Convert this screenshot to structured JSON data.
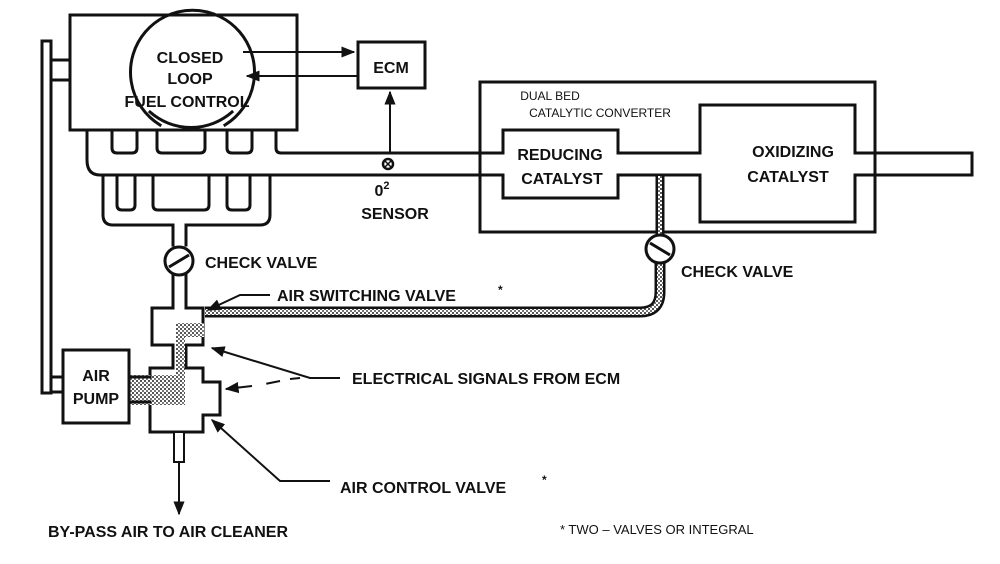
{
  "diagram": {
    "title": "Air Injection with Dual Bed Catalytic Converter",
    "components": {
      "fuel_control": {
        "label_lines": [
          "CLOSED",
          "LOOP",
          "FUEL CONTROL"
        ]
      },
      "ecm": {
        "label": "ECM"
      },
      "o2_sensor": {
        "label_base": "0",
        "label_sup": "2",
        "label_line2": "SENSOR"
      },
      "converter": {
        "label_lines": [
          "DUAL BED",
          "CATALYTIC CONVERTER"
        ]
      },
      "reducing_catalyst": {
        "label_lines": [
          "REDUCING",
          "CATALYST"
        ]
      },
      "oxidizing_catalyst": {
        "label_lines": [
          "OXIDIZING",
          "CATALYST"
        ]
      },
      "air_pump": {
        "label_lines": [
          "AIR",
          "PUMP"
        ]
      }
    },
    "callouts": {
      "check_valve_left": "CHECK VALVE",
      "check_valve_right": "CHECK VALVE",
      "air_switching_valve": "AIR SWITCHING VALVE",
      "air_switching_valve_mark": "*",
      "electrical_signals": "ELECTRICAL SIGNALS FROM ECM",
      "air_control_valve": "AIR CONTROL VALVE",
      "air_control_valve_mark": "*",
      "bypass": "BY-PASS AIR TO AIR CLEANER",
      "footnote": "* TWO – VALVES OR INTEGRAL"
    },
    "colors": {
      "line": "#111111",
      "background": "#ffffff",
      "air_flow_fill": "#9a9a9a"
    }
  }
}
